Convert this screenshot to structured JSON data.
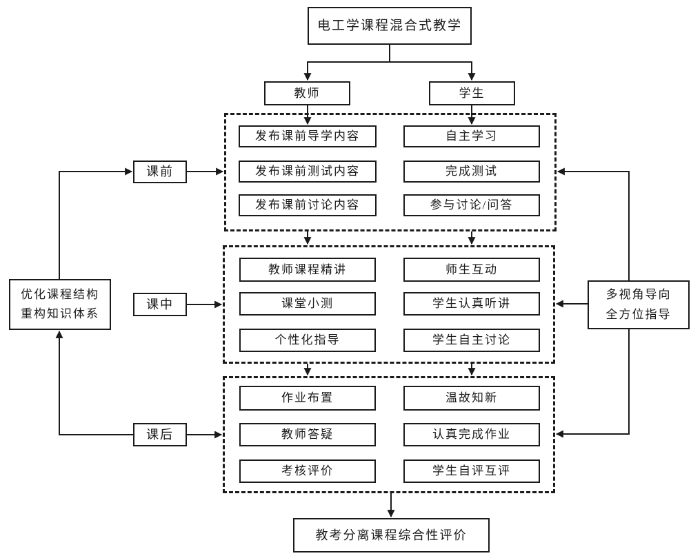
{
  "diagram": {
    "title": "电工学课程混合式教学",
    "roles": {
      "teacher": "教师",
      "student": "学生"
    },
    "phases": [
      {
        "label": "课前",
        "teacher": [
          "发布课前导学内容",
          "发布课前测试内容",
          "发布课前讨论内容"
        ],
        "student": [
          "自主学习",
          "完成测试",
          "参与讨论/问答"
        ]
      },
      {
        "label": "课中",
        "teacher": [
          "教师课程精讲",
          "课堂小测",
          "个性化指导"
        ],
        "student": [
          "师生互动",
          "学生认真听讲",
          "学生自主讨论"
        ]
      },
      {
        "label": "课后",
        "teacher": [
          "作业布置",
          "教师答疑",
          "考核评价"
        ],
        "student": [
          "温故知新",
          "认真完成作业",
          "学生自评互评"
        ]
      }
    ],
    "left_note": {
      "line1": "优化课程结构",
      "line2": "重构知识体系"
    },
    "right_note": {
      "line1": "多视角导向",
      "line2": "全方位指导"
    },
    "footer": "教考分离课程综合性评价",
    "colors": {
      "line": "#1a1a1a",
      "background": "#ffffff",
      "box_background": "#ffffff"
    }
  }
}
